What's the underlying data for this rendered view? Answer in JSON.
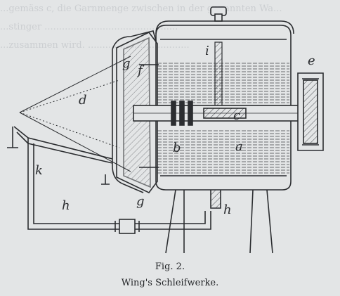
{
  "caption": {
    "figure_number": "Fig. 2.",
    "title": "Wing's Schleifwerke."
  },
  "part_labels": {
    "a": "a",
    "b": "b",
    "c": "c",
    "d": "d",
    "e": "e",
    "f": "f",
    "g_top": "g",
    "g_bottom": "g",
    "h_left": "h",
    "h_right": "h",
    "i": "i",
    "k": "k"
  },
  "background_text_lines": [
    "...gemäss c, die Garnmenge zwischen in der genannten Wa...",
    "...stinger ..............................................",
    "...zusammen wird. ...................................",
    "",
    "",
    "",
    "",
    "",
    "",
    "",
    "",
    "",
    "",
    "",
    ""
  ]
}
